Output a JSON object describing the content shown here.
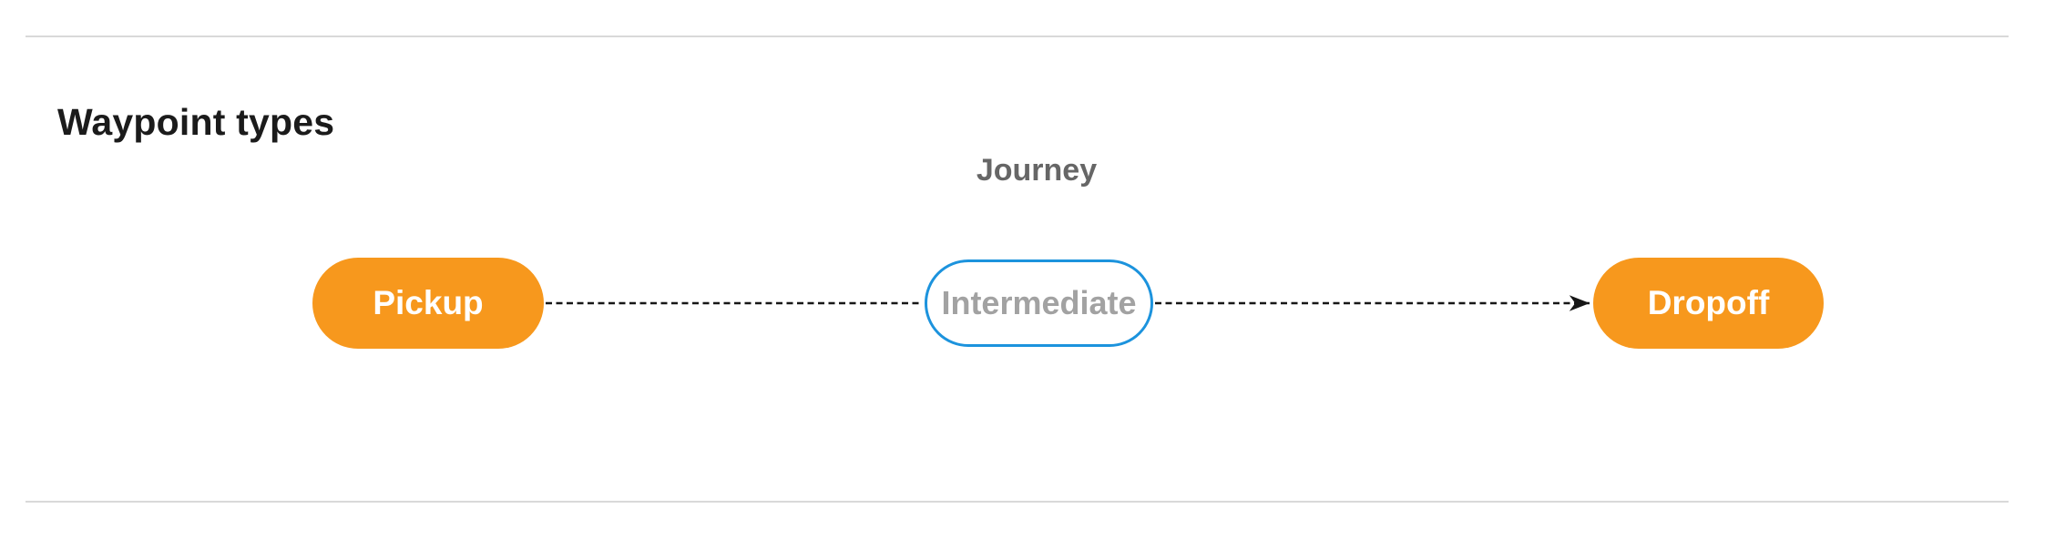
{
  "figure": {
    "title": "Waypoint types",
    "diagram": {
      "journey_label": "Journey",
      "nodes": [
        {
          "id": "pickup",
          "label": "Pickup",
          "style": "filled-orange"
        },
        {
          "id": "intermediate",
          "label": "Intermediate",
          "style": "outlined-blue"
        },
        {
          "id": "dropoff",
          "label": "Dropoff",
          "style": "filled-orange"
        }
      ],
      "connectors": [
        {
          "from": "pickup",
          "to": "intermediate",
          "line": "dashed",
          "arrowhead": false
        },
        {
          "from": "intermediate",
          "to": "dropoff",
          "line": "dashed",
          "arrowhead": true
        }
      ]
    },
    "colors": {
      "background": "#FFFFFF",
      "heading_text": "#1B1B1B",
      "journey_label_gray": "#666666",
      "node_fill_orange": "#F7981D",
      "node_label_white": "#FFFFFF",
      "intermediate_border_blue": "#1C93DD",
      "intermediate_label_gray": "#A2A2A2",
      "connector_black": "#161616",
      "divider_gray": "#D9D9D9"
    }
  }
}
